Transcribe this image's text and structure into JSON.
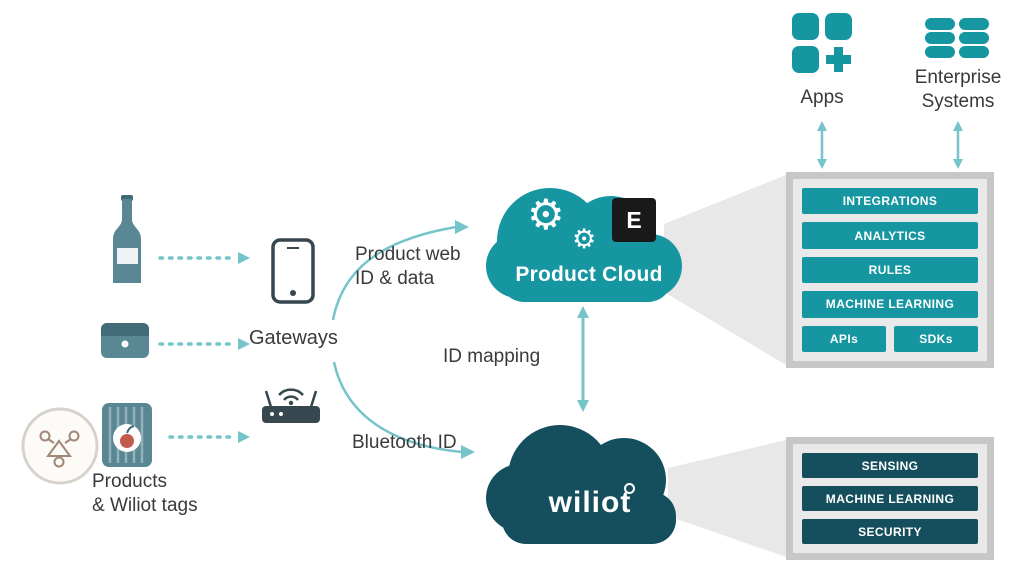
{
  "labels": {
    "products_line1": "Products",
    "products_line2": "& Wiliot tags",
    "gateways": "Gateways",
    "product_web_line1": "Product web",
    "product_web_line2": "ID & data",
    "bluetooth": "Bluetooth ID",
    "id_mapping": "ID mapping",
    "apps": "Apps",
    "enterprise_line1": "Enterprise",
    "enterprise_line2": "Systems"
  },
  "clouds": {
    "product_cloud": "Product Cloud",
    "e_badge": "E",
    "wiliot": "wiliot"
  },
  "stacks": {
    "product": [
      "INTEGRATIONS",
      "ANALYTICS",
      "RULES",
      "MACHINE LEARNING",
      "APIs",
      "SDKs"
    ],
    "wiliot": [
      "SENSING",
      "MACHINE LEARNING",
      "SECURITY"
    ]
  },
  "icons": {
    "gear": "⚙"
  },
  "colors": {
    "teal": "#1596a1",
    "dark_teal": "#154f5e",
    "arrow": "#74c4ca",
    "beam": "#e8e8e8",
    "box_border": "#c7c7c7",
    "box_fill": "#e9e9e9",
    "icon_slate": "#37474f",
    "product_icon": "#5a8794",
    "badge_bg": "#191919",
    "text": "#3a3a3a"
  }
}
